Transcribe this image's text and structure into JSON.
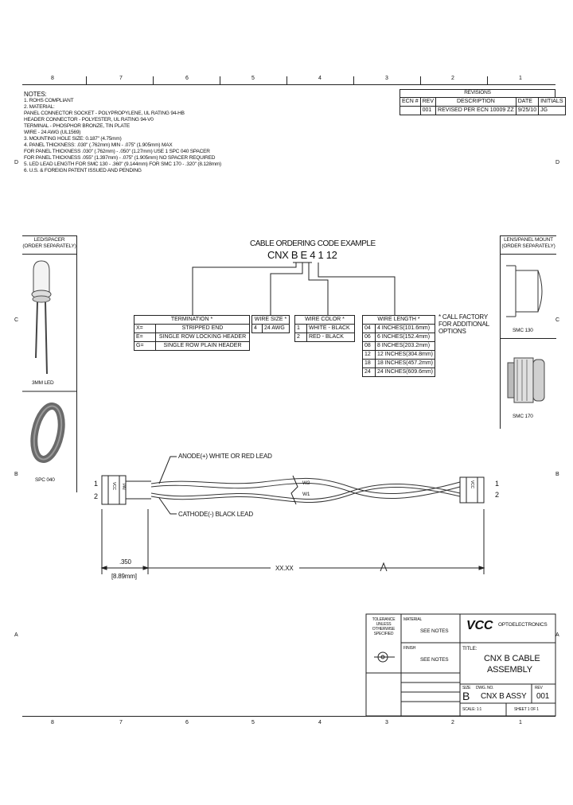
{
  "zones": {
    "top": [
      "8",
      "7",
      "6",
      "5",
      "4",
      "3",
      "2",
      "1"
    ],
    "bottom": [
      "8",
      "7",
      "6",
      "5",
      "4",
      "3",
      "2",
      "1"
    ],
    "left": [
      "D",
      "C",
      "B",
      "A"
    ],
    "right": [
      "D",
      "C",
      "B",
      "A"
    ]
  },
  "revisions": {
    "title": "REVISIONS",
    "headers": [
      "ECN #",
      "REV",
      "DESCRIPTION",
      "DATE",
      "INITIALS"
    ],
    "row": [
      "",
      "001",
      "REVISED PER ECN 10009 ZZ",
      "9/25/10",
      "JG"
    ]
  },
  "notes": {
    "title": "NOTES:",
    "lines": [
      "1.   ROHS COMPLIANT",
      "2.   MATERIAL:",
      "          PANEL CONNECTOR SOCKET - POLYPROPYLENE, UL RATING 94-HB",
      "          HEADER CONNECTOR - POLYESTER, UL RATING 94-V0",
      "          TERMINAL - PHOSPHOR BRONZE, TIN PLATE",
      "          WIRE - 24 AWG (UL1569)",
      "3.   MOUNTING HOLE SIZE: 0.187\" (4.75mm)",
      "4.   PANEL THICKNESS: .030\" (.762mm) MIN - .075\" (1.905mm) MAX",
      "          FOR PANEL THICKNESS .030\" (.762mm) - .050\" (1.27mm) USE 1 SPC 040 SPACER",
      "          FOR PANEL THICKNESS .055\" (1.397mm) - .075\" (1.905mm) NO SPACER REQUIRED",
      "5.   LED LEAD LENGTH FOR SMC 130 - .360\" (9.144mm) FOR SMC 170 - .320\" (8.128mm)",
      "6.   U.S. & FOREIGN PATENT ISSUED AND PENDING"
    ]
  },
  "left_panel": {
    "title1": "LED/SPACER",
    "title2": "(ORDER SEPARATELY)",
    "led_label": "3MM LED",
    "spacer_label": "SPC 040"
  },
  "right_panel": {
    "title1": "LENS/PANEL MOUNT",
    "title2": "(ORDER SEPARATELY)",
    "smc130": "SMC 130",
    "smc170": "SMC 170"
  },
  "ordering": {
    "title": "CABLE ORDERING CODE EXAMPLE",
    "code": "CNX B E 4 1 12",
    "termination": {
      "header": "TERMINATION *",
      "rows": [
        [
          "X=",
          "STRIPPED END"
        ],
        [
          "E=",
          "SINGLE ROW LOCKING HEADER"
        ],
        [
          "G=",
          "SINGLE ROW PLAIN HEADER"
        ]
      ]
    },
    "wire_size": {
      "header": "WIRE SIZE *",
      "rows": [
        [
          "4",
          "24 AWG"
        ]
      ]
    },
    "wire_color": {
      "header": "WIRE COLOR *",
      "rows": [
        [
          "1",
          "WHITE - BLACK"
        ],
        [
          "2",
          "RED - BLACK"
        ]
      ]
    },
    "wire_length": {
      "header": "WIRE LENGTH *",
      "rows": [
        [
          "04",
          "4 INCHES(101.6mm)"
        ],
        [
          "06",
          "6 INCHES(152.4mm)"
        ],
        [
          "08",
          "8 INCHES(203.2mm)"
        ],
        [
          "12",
          "12 INCHES(304.8mm)"
        ],
        [
          "18",
          "18 INCHES(457.2mm)"
        ],
        [
          "24",
          "24 INCHES(609.6mm)"
        ]
      ]
    },
    "call_factory": [
      "* CALL FACTORY",
      "FOR ADDITIONAL",
      "OPTIONS"
    ]
  },
  "cable_drawing": {
    "anode": "ANODE(+) WHITE OR RED LEAD",
    "cathode": "CATHODE(-) BLACK LEAD",
    "pin1": "1",
    "pin2": "2",
    "w2": "W2",
    "w1": "W1",
    "dim1": ".350",
    "dim1_mm": "[8.89mm]",
    "length": "XX.XX",
    "connector_text1": "VCC",
    "connector_text2": "PAT"
  },
  "title_block": {
    "company": "VCC",
    "company_sub": "OPTOELECTRONICS",
    "company_addr": "TOLERANCE UNLESS OTHERWISE SPECIFIED",
    "material_label": "MATERIAL",
    "material_val": "SEE NOTES",
    "finish_label": "FINISH",
    "finish_val": "SEE NOTES",
    "title_label": "TITLE:",
    "title_line1": "CNX B CABLE",
    "title_line2": "ASSEMBLY",
    "size_label": "SIZE",
    "size_val": "B",
    "dwg_label": "DWG. NO.",
    "dwg_val": "CNX B ASSY",
    "rev_label": "REV",
    "rev_val": "001",
    "scale_label": "SCALE: 1:1",
    "sheet_label": "SHEET 1 OF 1"
  }
}
